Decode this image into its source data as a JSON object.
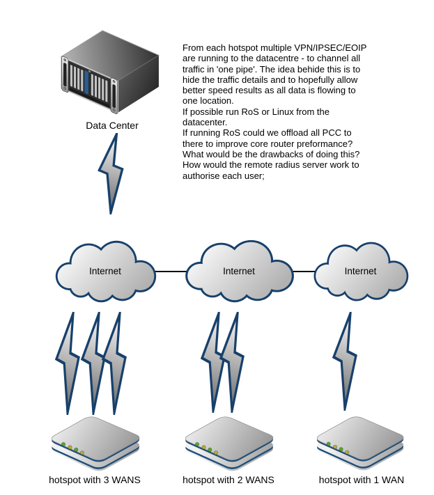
{
  "data_center": {
    "label": "Data Center"
  },
  "annotation": {
    "lines": [
      "From each hotspot multiple VPN/IPSEC/EOIP",
      "are running to the datacentre - to channel all",
      "traffic in 'one pipe'. The idea behide this is to",
      "hide the traffic details and to hopefully allow",
      "better speed results as all data is flowing to",
      "one location.",
      "If possible run RoS or Linux from the",
      "datacenter.",
      "If running RoS could we offload all PCC to",
      "there to improve core router preformance?",
      "What would be the drawbacks of doing this?",
      "How would the remote radius server work to",
      "authorise each user;"
    ]
  },
  "clouds": [
    {
      "label": "Internet"
    },
    {
      "label": "Internet"
    },
    {
      "label": "Internet"
    }
  ],
  "hotspots": [
    {
      "label": "hotspot with 3 WANS",
      "wan_links": 3
    },
    {
      "label": "hotspot with 2 WANS",
      "wan_links": 2
    },
    {
      "label": "hotspot with 1 WAN",
      "wan_links": 1
    }
  ],
  "icons": {
    "server": "server-icon",
    "cloud": "cloud-icon",
    "bolt": "lightning-bolt-icon",
    "router": "router-icon"
  },
  "colors": {
    "outline_navy": "#17406b",
    "router_stripe": "#1f4e79",
    "link_line": "#000000",
    "background": "#ffffff"
  }
}
